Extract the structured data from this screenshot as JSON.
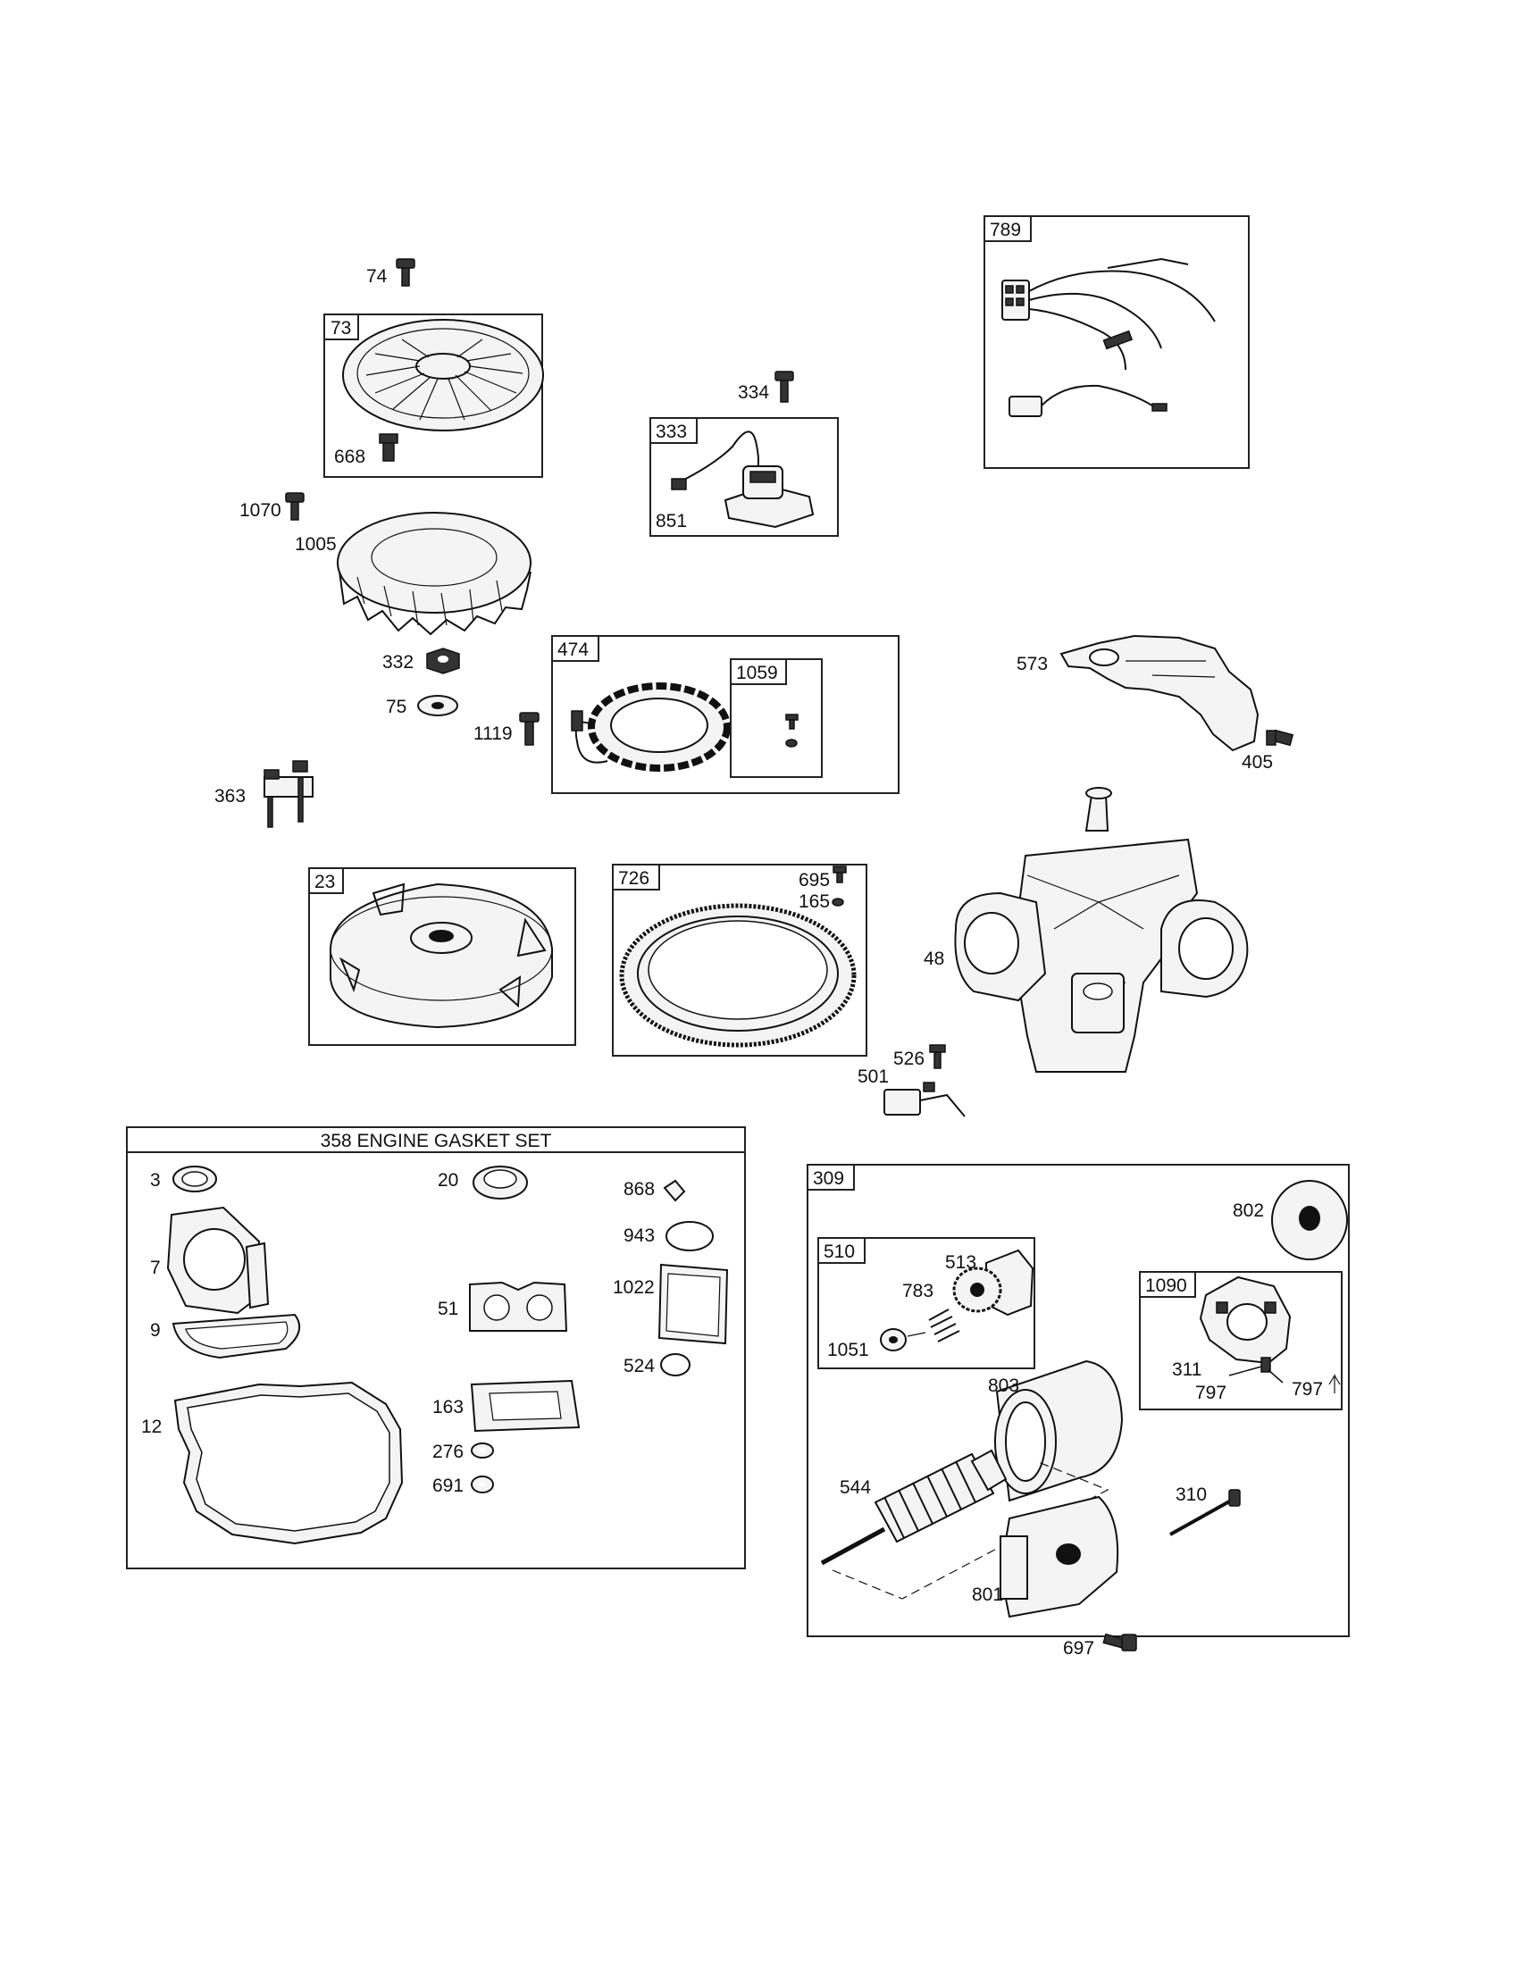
{
  "diagram": {
    "gasket_set_title": "358 ENGINE GASKET SET",
    "box_labels": {
      "b73": "73",
      "b333": "333",
      "b789": "789",
      "b474": "474",
      "b1059": "1059",
      "b23": "23",
      "b726": "726",
      "b309": "309",
      "b510": "510",
      "b1090": "1090"
    },
    "part_labels": {
      "p74": "74",
      "p668": "668",
      "p1070": "1070",
      "p1005": "1005",
      "p334": "334",
      "p851": "851",
      "p332": "332",
      "p75": "75",
      "p1119": "1119",
      "p363": "363",
      "p573": "573",
      "p405": "405",
      "p695": "695",
      "p165": "165",
      "p48": "48",
      "p526": "526",
      "p501": "501",
      "p3": "3",
      "p20": "20",
      "p868": "868",
      "p943": "943",
      "p7": "7",
      "p1022": "1022",
      "p51": "51",
      "p9": "9",
      "p524": "524",
      "p12": "12",
      "p163": "163",
      "p276": "276",
      "p691": "691",
      "p802": "802",
      "p513": "513",
      "p783": "783",
      "p1051": "1051",
      "p311": "311",
      "p797a": "797",
      "p797b": "797",
      "p803": "803",
      "p544": "544",
      "p310": "310",
      "p801": "801",
      "p697": "697"
    }
  }
}
